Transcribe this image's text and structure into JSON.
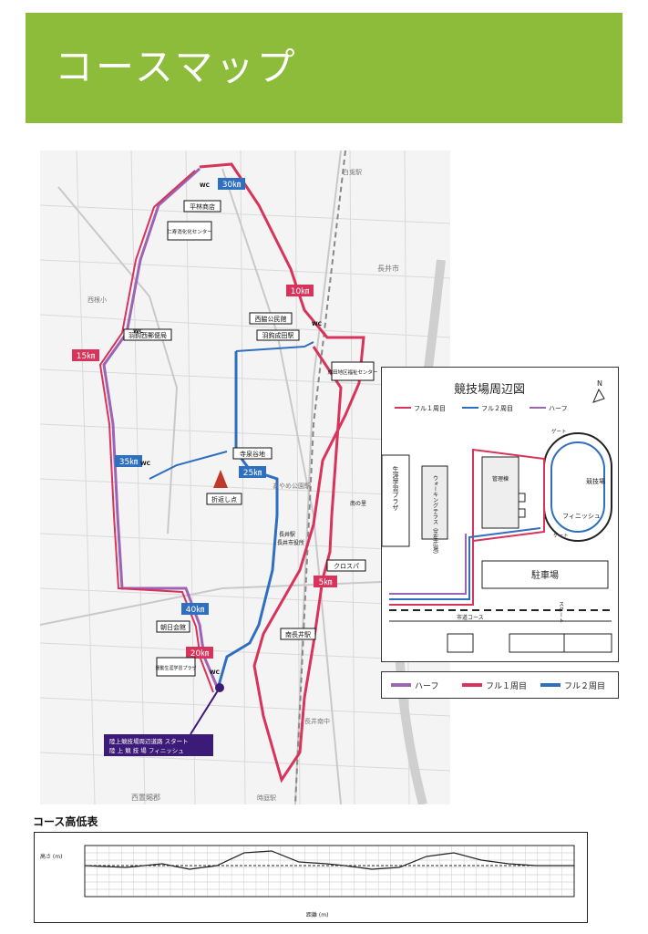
{
  "page": {
    "title": "コースマップ"
  },
  "colors": {
    "banner": "#8dbb3a",
    "half": "#9b64b4",
    "full_lap1": "#d8335a",
    "full_lap2": "#2f6fbf",
    "start_label_bg": "#3b1a78"
  },
  "map": {
    "km_markers": [
      "5㎞",
      "10㎞",
      "15㎞",
      "20㎞",
      "25㎞",
      "30㎞",
      "35㎞",
      "40㎞"
    ],
    "landmarks": {
      "hirabayashi": "平林商店",
      "jinja": "仁寿消化化センター",
      "hata_kouminkan": "西脇公民館",
      "hata_ekimae": "羽鈎成田駅",
      "center": "成田地区福祉センター",
      "yubinkyoku": "羽鈎西郵便局",
      "orikaeshi": "折返し点",
      "temple": "寺泉谷地",
      "asahi": "朝日会館",
      "plaza": "運動生涯学習プラザ",
      "crosspa": "クロスパ",
      "nagaino_station": "南長井駅",
      "shiyakusho": "長井市役所",
      "nagaino_eki": "長井駅",
      "mitsu": "南の里"
    },
    "start_label_line1": "陸上競技場周辺道路 スタート",
    "start_label_line2": "陸 上 競 技 場 フィニッシュ",
    "bg_labels": [
      "白兎駅",
      "長井市",
      "西置賜郡",
      "時庭駅",
      "西根小",
      "あやめ公園駅",
      "長井南中",
      "長井市役所"
    ],
    "wc": "WC"
  },
  "inset": {
    "title": "競技場周辺図",
    "legend": [
      "フル１周目",
      "フル２周目",
      "ハーフ"
    ],
    "labels": {
      "plaza": "生涯学習プラザ",
      "walking": "ウォーキングテラス（芝生広場）",
      "parking": "駐車場",
      "finish": "フィニッシュ",
      "field": "競技場",
      "gate1": "ゲート",
      "gate2": "ゲート",
      "start": "スタート",
      "road": "市道コース",
      "building": "管理棟"
    },
    "north": "N"
  },
  "route_legend": [
    "ハーフ",
    "フル１周目",
    "フル２周目"
  ],
  "elevation": {
    "title": "コース高低表",
    "ylabel": "高さ (m)",
    "xlabel": "距離 (m)"
  }
}
